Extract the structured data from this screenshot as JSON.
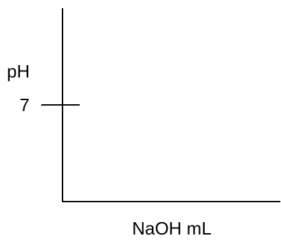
{
  "chart_data": {
    "type": "line",
    "title": "",
    "xlabel": "NaOH mL",
    "ylabel": "pH",
    "y_ticks": [
      {
        "value": 7,
        "label": "7"
      }
    ],
    "ylim": [
      0,
      14
    ],
    "grid": false,
    "legend": "none",
    "series": []
  },
  "colors": {
    "axis": "#000000",
    "background": "#ffffff"
  }
}
